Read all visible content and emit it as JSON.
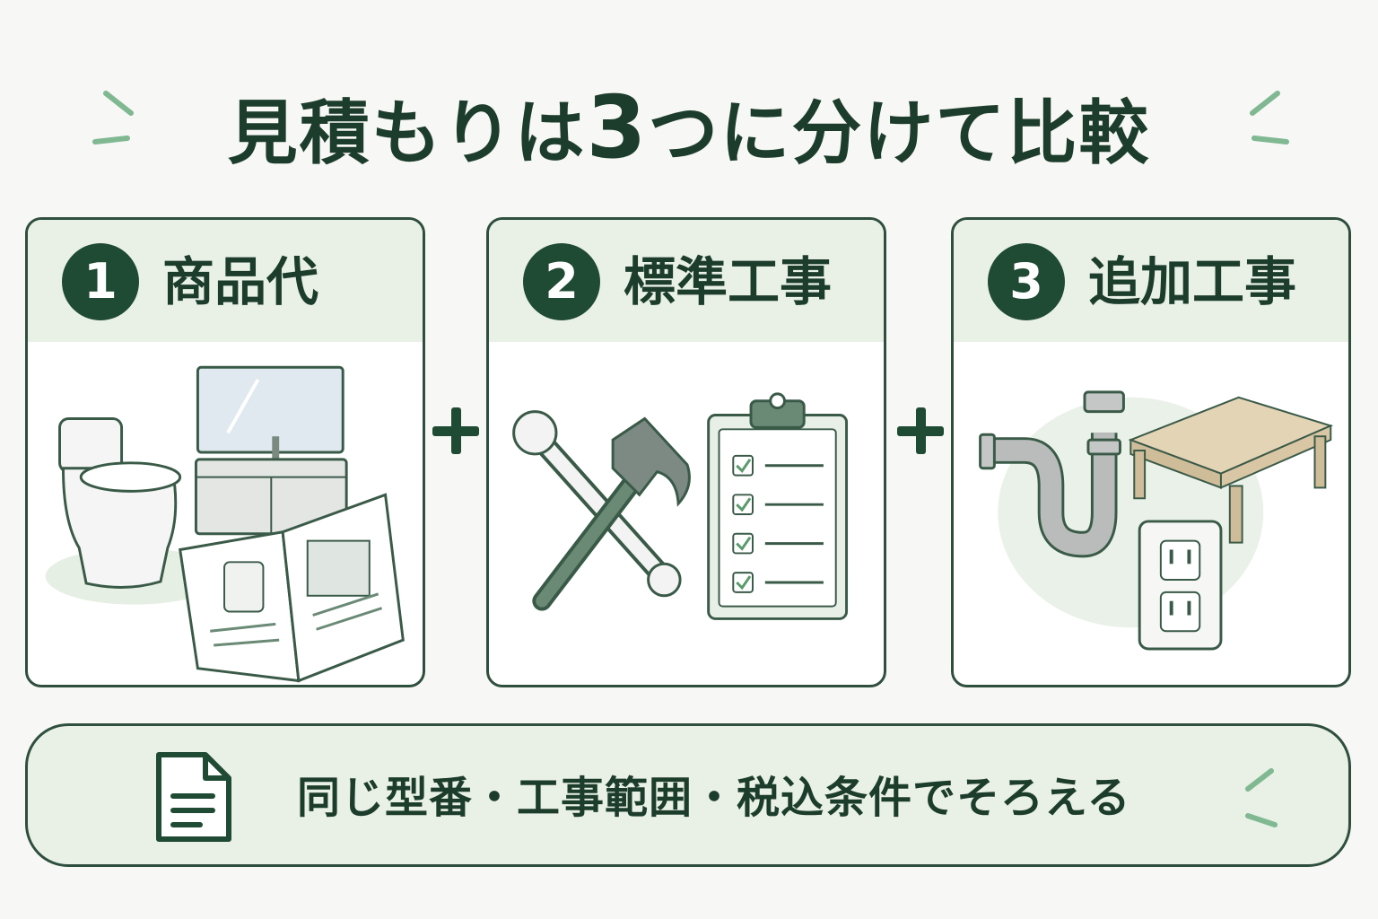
{
  "title": {
    "prefix": "見積もりは",
    "number": "3",
    "suffix": "つに分けて比較"
  },
  "cards": [
    {
      "number": "1",
      "label": "商品代"
    },
    {
      "number": "2",
      "label": "標準工事"
    },
    {
      "number": "3",
      "label": "追加工事"
    }
  ],
  "footer": {
    "text": "同じ型番・工事範囲・税込条件でそろえる"
  },
  "colors": {
    "dark_green": "#1f4a33",
    "light_green": "#e9f1e6",
    "accent_green": "#7fb891",
    "background": "#f7f7f5"
  },
  "icons": [
    "toilet-icon",
    "vanity-icon",
    "catalog-icon",
    "wrench-icon",
    "hammer-icon",
    "checklist-icon",
    "pipe-icon",
    "floor-joist-icon",
    "outlet-icon",
    "document-icon",
    "plus-icon"
  ]
}
